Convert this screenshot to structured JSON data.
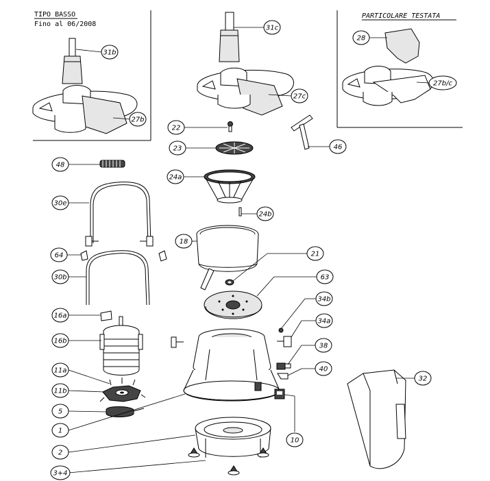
{
  "panels": {
    "left_title": "TIPO BASSO",
    "left_subtitle": "Fino al 06/2008",
    "right_title": "PARTICOLARE TESTATA"
  },
  "callouts": {
    "c31b": "31b",
    "c27b": "27b",
    "c31c": "31c",
    "c27c": "27c",
    "c28": "28",
    "c27bc": "27b/c",
    "c22": "22",
    "c23": "23",
    "c46": "46",
    "c24a": "24a",
    "c24b": "24b",
    "c48": "48",
    "c30e": "30e",
    "c18": "18",
    "c21": "21",
    "c64": "64",
    "c30b": "30b",
    "c63": "63",
    "c34b": "34b",
    "c16a": "16a",
    "c34a": "34a",
    "c16b": "16b",
    "c38": "38",
    "c11a": "11a",
    "c40": "40",
    "c11b": "11b",
    "c32": "32",
    "c5": "5",
    "c1": "1",
    "c10": "10",
    "c2": "2",
    "c34": "3+4"
  }
}
